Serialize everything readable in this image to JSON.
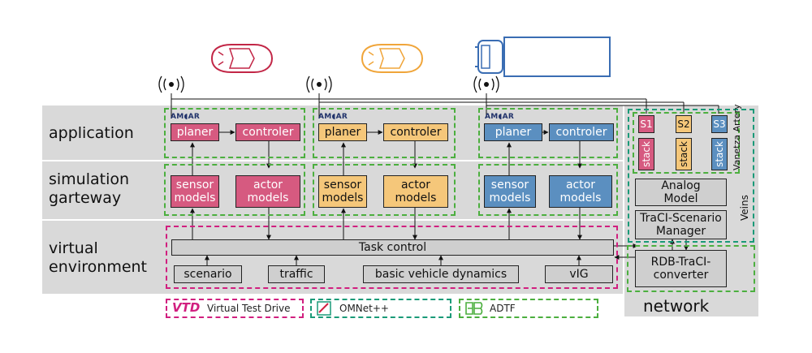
{
  "rows": {
    "application": "application",
    "simulation_line1": "simulation",
    "simulation_line2": "garteway",
    "virtual_line1": "virtual",
    "virtual_line2": "environment"
  },
  "amoar": "AM◖AR",
  "vehicles": [
    {
      "planer": "planer",
      "controler": "controler",
      "sensor": "sensor models",
      "actor": "actor models",
      "color": "#d65a80"
    },
    {
      "planer": "planer",
      "controler": "controler",
      "sensor": "sensor models",
      "actor": "actor models",
      "color": "#f5c77a"
    },
    {
      "planer": "planer",
      "controler": "controler",
      "sensor": "sensor models",
      "actor": "actor models",
      "color": "#5b8fc0"
    }
  ],
  "env": {
    "task_control": "Task control",
    "scenario": "scenario",
    "traffic": "traffic",
    "dynamics": "basic vehicle dynamics",
    "vig": "vIG"
  },
  "network": {
    "s1": "S1",
    "s2": "S2",
    "s3": "S3",
    "stack": "stack",
    "vanetza": "Vanetza Artery",
    "veins": "Veins",
    "analog_model": "Analog Model",
    "traci_manager": "TraCI-Scenario Manager",
    "rdb_converter": "RDB-TraCI-converter",
    "label": "network"
  },
  "legend": {
    "vtd_logo": "VTD",
    "vtd": "Virtual Test Drive",
    "omnet": "OMNet++",
    "adtf": "ADTF"
  },
  "colors": {
    "pink": "#d65a80",
    "orange": "#f5c77a",
    "blue": "#5b8fc0",
    "green_dash": "#4caf3f",
    "magenta_dash": "#d11f7f",
    "teal_dash": "#1a9a78"
  }
}
